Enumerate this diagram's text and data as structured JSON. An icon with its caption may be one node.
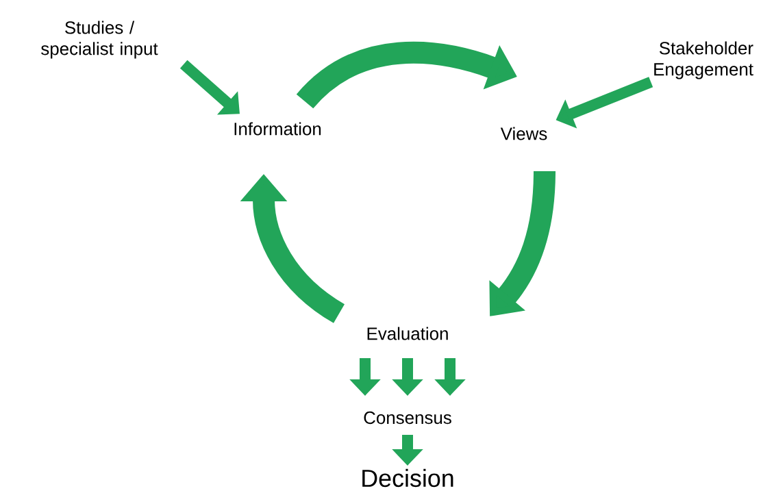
{
  "diagram": {
    "nodes": [
      {
        "text": [
          "Studies / specialist input"
        ]
      },
      {
        "text": [
          "Stakeholder Engagement"
        ]
      },
      {
        "text": [
          "Information"
        ]
      },
      {
        "text": [
          "Views"
        ]
      },
      {
        "text": [
          "Evaluation"
        ]
      },
      {
        "text": [
          "Consensus"
        ]
      },
      {
        "text": [
          "Decision"
        ]
      }
    ],
    "edges": [
      {
        "from": 0,
        "to": 2,
        "arrow": "to"
      },
      {
        "from": 1,
        "to": 3,
        "arrow": "to"
      },
      {
        "from": 2,
        "to": 3,
        "arrow": "to",
        "style": "thick"
      },
      {
        "from": 3,
        "to": 4,
        "arrow": "to",
        "style": "thick"
      },
      {
        "from": 4,
        "to": 2,
        "arrow": "to",
        "style": "thick"
      },
      {
        "from": 4,
        "to": 5,
        "arrow": "to"
      },
      {
        "from": 4,
        "to": 5,
        "arrow": "to"
      },
      {
        "from": 4,
        "to": 5,
        "arrow": "to"
      },
      {
        "from": 5,
        "to": 6,
        "arrow": "to"
      }
    ]
  }
}
